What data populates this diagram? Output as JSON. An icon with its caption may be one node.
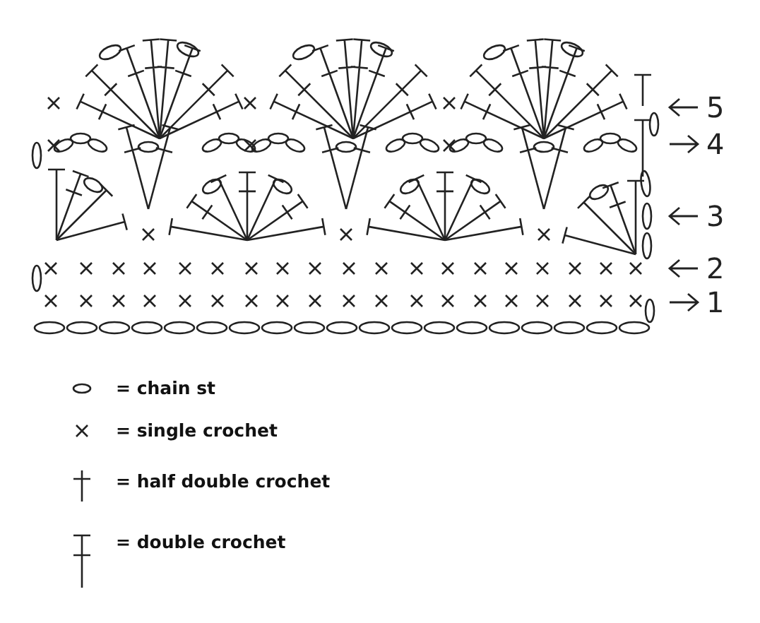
{
  "diagram": {
    "labels": [
      "5",
      "4",
      "3",
      "2",
      "1"
    ],
    "legend": [
      {
        "text": "= chain st"
      },
      {
        "text": "= single crochet"
      },
      {
        "text": "= half double crochet"
      },
      {
        "text": "= double crochet"
      }
    ]
  }
}
